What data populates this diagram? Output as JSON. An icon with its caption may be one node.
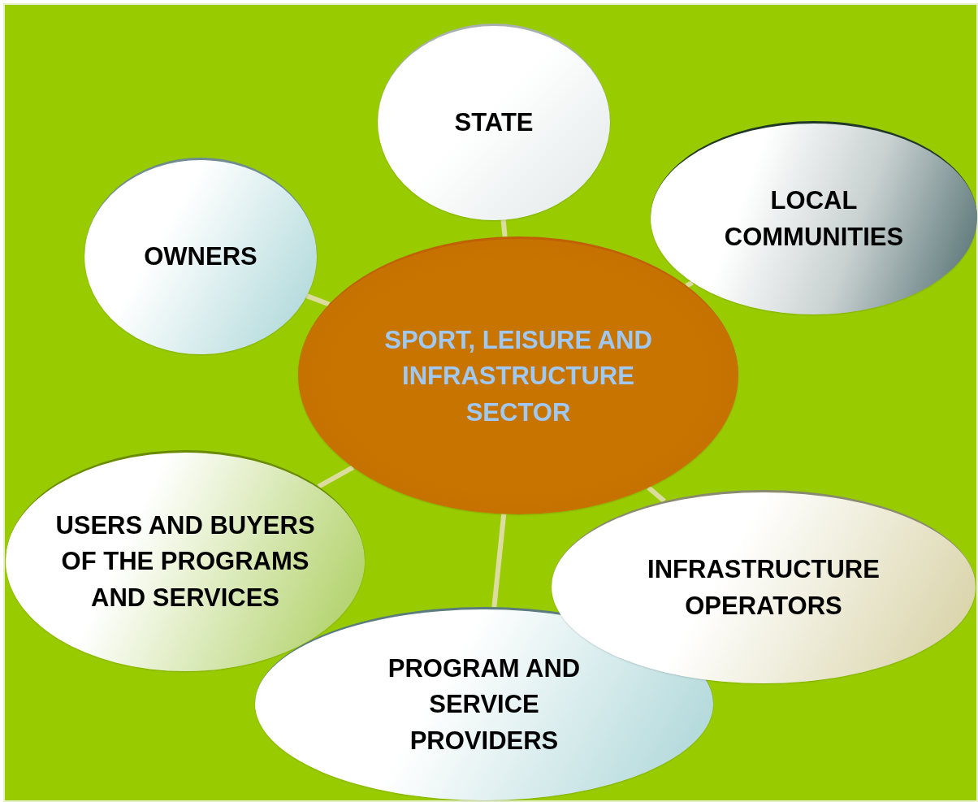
{
  "diagram": {
    "nodes": [
      {
        "text": [
          "STATE"
        ]
      },
      {
        "text": [
          "LOCAL COMMUNITIES"
        ]
      },
      {
        "text": [
          "OWNERS"
        ]
      },
      {
        "text": [
          "SPORT, LEISURE AND INFRASTRUCTURE SECTOR"
        ]
      },
      {
        "text": [
          "INFRASTRUCTURE OPERATORS"
        ]
      },
      {
        "text": [
          "USERS AND BUYERS OF THE PROGRAMS AND SERVICES"
        ]
      },
      {
        "text": [
          "PROGRAM AND SERVICE PROVIDERS"
        ]
      }
    ],
    "edges": [
      {
        "from": 3,
        "to": 0,
        "arrow": "none"
      },
      {
        "from": 3,
        "to": 1,
        "arrow": "none"
      },
      {
        "from": 3,
        "to": 2,
        "arrow": "none"
      },
      {
        "from": 3,
        "to": 4,
        "arrow": "none"
      },
      {
        "from": 3,
        "to": 5,
        "arrow": "none"
      },
      {
        "from": 3,
        "to": 6,
        "arrow": "none"
      }
    ]
  }
}
